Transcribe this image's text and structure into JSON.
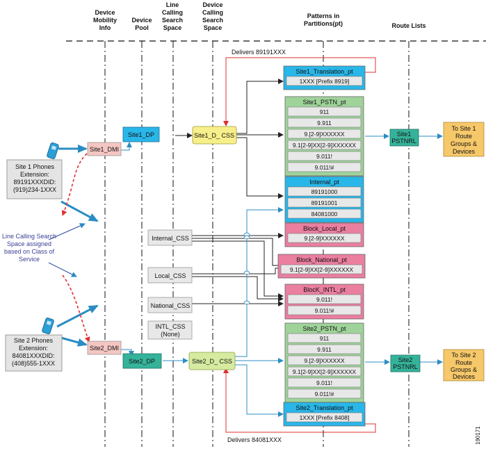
{
  "columns": {
    "device_mobility": [
      "Device",
      "Mobility",
      "Info"
    ],
    "device_pool": [
      "Device",
      "Pool"
    ],
    "line_css": [
      "Line",
      "Calling",
      "Search",
      "Space"
    ],
    "device_css": [
      "Device",
      "Calling",
      "Search",
      "Space"
    ],
    "patterns": [
      "Patterns in",
      "Partitions(pt)"
    ],
    "route_lists": [
      "Route Lists"
    ]
  },
  "nodes": {
    "site1_dmi": "Site1_DMI",
    "site2_dmi": "Site2_DMI",
    "site1_dp": "Site1_DP",
    "site2_dp": "Site2_DP",
    "site1_d_css": "Site1_D_ CSS",
    "site2_d_css": "Site2_D_ CSS",
    "internal_css": "Internal_CSS",
    "local_css": "Local_CSS",
    "national_css": "National_CSS",
    "intl_css": [
      "INTL_CSS",
      "(None)"
    ],
    "site1_pstnrl": [
      "Site1",
      "PSTNRL"
    ],
    "site2_pstnrl": [
      "Site2",
      "PSTNRL"
    ],
    "site1_route_groups": [
      "To Site 1",
      "Route",
      "Groups &",
      "Devices"
    ],
    "site2_route_groups": [
      "To Site 2",
      "Route",
      "Groups &",
      "Devices"
    ]
  },
  "partitions": {
    "site1_translation": {
      "title": "Site1_Translation_pt",
      "patterns": [
        "1XXX [Prefix 8919]"
      ]
    },
    "site1_pstn": {
      "title": "Site1_PSTN_pt",
      "patterns": [
        "911",
        "9.911",
        "9.[2-9]XXXXXX",
        "9.1[2-9]XX[2-9]XXXXXX",
        "9.011!",
        "9.011!#"
      ]
    },
    "internal": {
      "title": "Internal_pt",
      "patterns": [
        "89191000",
        "89191001",
        "84081000"
      ]
    },
    "block_local": {
      "title": "Block_Local_pt",
      "patterns": [
        "9.[2-9]XXXXXX"
      ]
    },
    "block_national": {
      "title": "Block_National_pt",
      "patterns": [
        "9.1[2-9]XX[2-9]XXXXXX"
      ]
    },
    "block_intl": {
      "title": "BlocK_INTL_pt",
      "patterns": [
        "9.011!",
        "9.011!#"
      ]
    },
    "site2_pstn": {
      "title": "Site2_PSTN_pt",
      "patterns": [
        "911",
        "9.911",
        "9.[2-9]XXXXXX",
        "9.1[2-9]XX[2-9]XXXXXX",
        "9.011!",
        "9.011!#"
      ]
    },
    "site2_translation": {
      "title": "Site2_Translation_pt",
      "patterns": [
        "1XXX [Prefix 8408]"
      ]
    }
  },
  "site1_phones": [
    "Site 1 Phones",
    "Extension:",
    "89191XXXDID:",
    "(919)234-1XXX"
  ],
  "site2_phones": [
    "Site 2 Phones",
    "Extension:",
    "84081XXXDID:",
    "(408)555-1XXX"
  ],
  "line_css_note": [
    "Line Calling Search",
    "Space assigned",
    "based on Class of",
    "Service"
  ],
  "delivers_top": "Delivers 89191XXX",
  "delivers_bottom": "Delivers 84081XXX",
  "figure_id": "190171",
  "colors": {
    "blue": "#29b6e8",
    "green": "#9fd39a",
    "pink": "#ea7fa0",
    "yellow": "#f7ef8a",
    "lightgreen": "#d6eba0",
    "salmon": "#f4c6c2",
    "orange": "#f6c86a",
    "teal": "#35b39a",
    "gray_cell": "#e8e8e8",
    "arrow_blue": "#2b8cc4",
    "red": "#e0302f"
  }
}
